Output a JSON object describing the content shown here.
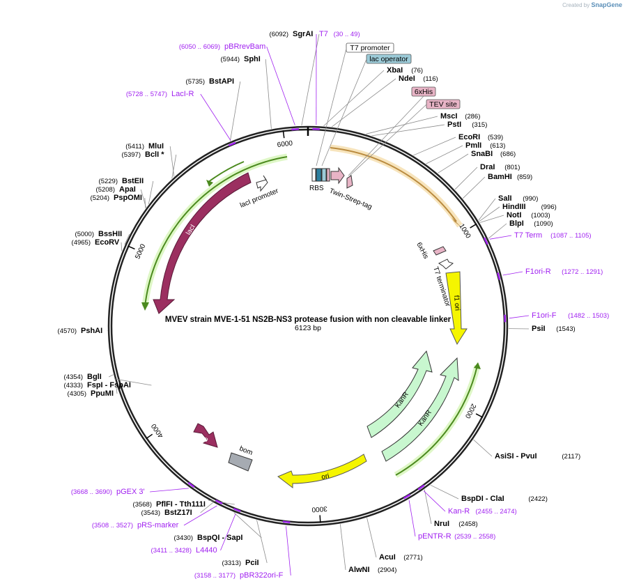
{
  "credit": {
    "prefix": "Created by",
    "brand": "SnapGene"
  },
  "plasmid": {
    "name": "MVEV strain MVE-1-51 NS2B-NS3 protease fusion with non cleavable linker",
    "size_label": "6123 bp",
    "length": 6123,
    "ticks": [
      {
        "bp": 1000,
        "label": "1000"
      },
      {
        "bp": 2000,
        "label": "2000"
      },
      {
        "bp": 3000,
        "label": "3000"
      },
      {
        "bp": 4000,
        "label": "4000"
      },
      {
        "bp": 5000,
        "label": "5000"
      },
      {
        "bp": 6000,
        "label": "6000"
      }
    ]
  },
  "colors": {
    "enzyme": "#000000",
    "primer": "#a020f0",
    "leader": "#8a8a8a",
    "laci": "#9b2f60",
    "kanr": "#c8f7cf",
    "ori": "#f5f500",
    "rop": "#9b2f60",
    "bom": "#a6abb2",
    "f1ori": "#f5f500",
    "mvev": "#f2c684"
  },
  "enzymes": [
    {
      "id": "sgrai",
      "name": "SgrAI",
      "pos": "(6092)",
      "side": "L",
      "bp": 6092
    },
    {
      "id": "sphi",
      "name": "SphI",
      "pos": "(5944)",
      "side": "L",
      "bp": 5944
    },
    {
      "id": "bstapi",
      "name": "BstAPI",
      "pos": "(5735)",
      "side": "L",
      "bp": 5735
    },
    {
      "id": "mlui",
      "name": "MluI",
      "pos": "(5411)",
      "side": "L",
      "bp": 5411
    },
    {
      "id": "bcli",
      "name": "BclI *",
      "pos": "(5397)",
      "side": "L",
      "bp": 5397
    },
    {
      "id": "bsteii",
      "name": "BstEII",
      "pos": "(5229)",
      "side": "L",
      "bp": 5229
    },
    {
      "id": "apai",
      "name": "ApaI",
      "pos": "(5208)",
      "side": "L",
      "bp": 5208
    },
    {
      "id": "pspomi",
      "name": "PspOMI",
      "pos": "(5204)",
      "side": "L",
      "bp": 5204
    },
    {
      "id": "bsshii",
      "name": "BssHII",
      "pos": "(5000)",
      "side": "L",
      "bp": 5000
    },
    {
      "id": "ecorv",
      "name": "EcoRV",
      "pos": "(4965)",
      "side": "L",
      "bp": 4965
    },
    {
      "id": "pshai",
      "name": "PshAI",
      "pos": "(4570)",
      "side": "L",
      "bp": 4570
    },
    {
      "id": "bgli",
      "name": "BglI",
      "pos": "(4354)",
      "side": "L",
      "bp": 4354
    },
    {
      "id": "fspi",
      "name": "FspI  - FspAI",
      "pos": "(4333)",
      "side": "L",
      "bp": 4333
    },
    {
      "id": "ppumi",
      "name": "PpuMI",
      "pos": "(4305)",
      "side": "L",
      "bp": 4305
    },
    {
      "id": "pflfi",
      "name": "PflFI  - Tth111I",
      "pos": "(3568)",
      "side": "L",
      "bp": 3568
    },
    {
      "id": "bstz17i",
      "name": "BstZ17I",
      "pos": "(3543)",
      "side": "L",
      "bp": 3543
    },
    {
      "id": "bspqi",
      "name": "BspQI  - SapI",
      "pos": "(3430)",
      "side": "L",
      "bp": 3430
    },
    {
      "id": "pcii",
      "name": "PciI",
      "pos": "(3313)",
      "side": "L",
      "bp": 3313
    },
    {
      "id": "xbai",
      "name": "XbaI",
      "pos": "(76)",
      "side": "R",
      "bp": 76
    },
    {
      "id": "ndei",
      "name": "NdeI",
      "pos": "(116)",
      "side": "R",
      "bp": 116
    },
    {
      "id": "msci",
      "name": "MscI",
      "pos": "(286)",
      "side": "R",
      "bp": 286
    },
    {
      "id": "psti",
      "name": "PstI",
      "pos": "(315)",
      "side": "R",
      "bp": 315
    },
    {
      "id": "ecori",
      "name": "EcoRI",
      "pos": "(539)",
      "side": "R",
      "bp": 539
    },
    {
      "id": "pmli",
      "name": "PmlI",
      "pos": "(613)",
      "side": "R",
      "bp": 613
    },
    {
      "id": "snabi",
      "name": "SnaBI",
      "pos": "(686)",
      "side": "R",
      "bp": 686
    },
    {
      "id": "drai",
      "name": "DraI",
      "pos": "(801)",
      "side": "R",
      "bp": 801
    },
    {
      "id": "bamhi",
      "name": "BamHI",
      "pos": "(859)",
      "side": "R",
      "bp": 859
    },
    {
      "id": "sali",
      "name": "SalI",
      "pos": "(990)",
      "side": "R",
      "bp": 990
    },
    {
      "id": "hindiii",
      "name": "HindIII",
      "pos": "(996)",
      "side": "R",
      "bp": 996
    },
    {
      "id": "noti",
      "name": "NotI",
      "pos": "(1003)",
      "side": "R",
      "bp": 1003
    },
    {
      "id": "blpi",
      "name": "BlpI",
      "pos": "(1090)",
      "side": "R",
      "bp": 1090
    },
    {
      "id": "psii",
      "name": "PsiI",
      "pos": "(1543)",
      "side": "R",
      "bp": 1543
    },
    {
      "id": "asisi",
      "name": "AsiSI  - PvuI",
      "pos": "(2117)",
      "side": "R",
      "bp": 2117
    },
    {
      "id": "bspdi",
      "name": "BspDI  - ClaI",
      "pos": "(2422)",
      "side": "R",
      "bp": 2422
    },
    {
      "id": "nrui",
      "name": "NruI",
      "pos": "(2458)",
      "side": "R",
      "bp": 2458
    },
    {
      "id": "acui",
      "name": "AcuI",
      "pos": "(2771)",
      "side": "R",
      "bp": 2771
    },
    {
      "id": "alwni",
      "name": "AlwNI",
      "pos": "(2904)",
      "side": "R",
      "bp": 2904
    }
  ],
  "primers": [
    {
      "id": "t7",
      "name": "T7",
      "range": "(30 .. 49)",
      "side": "R",
      "bp": 40
    },
    {
      "id": "pbrrevbam",
      "name": "pBRrevBam",
      "range": "(6050 .. 6069)",
      "side": "L",
      "bp": 6060
    },
    {
      "id": "laci_r",
      "name": "LacI-R",
      "range": "(5728 .. 5747)",
      "side": "L",
      "bp": 5738
    },
    {
      "id": "t7term",
      "name": "T7 Term",
      "range": "(1087 .. 1105)",
      "side": "R",
      "bp": 1096
    },
    {
      "id": "f1ori_r",
      "name": "F1ori-R",
      "range": "(1272 .. 1291)",
      "side": "R",
      "bp": 1282
    },
    {
      "id": "f1ori_f",
      "name": "F1ori-F",
      "range": "(1482 .. 1503)",
      "side": "R",
      "bp": 1493
    },
    {
      "id": "kan_r",
      "name": "Kan-R",
      "range": "(2455 .. 2474)",
      "side": "R",
      "bp": 2465
    },
    {
      "id": "pentr_r",
      "name": "pENTR-R",
      "range": "(2539 .. 2558)",
      "side": "R",
      "bp": 2549
    },
    {
      "id": "pgex3",
      "name": "pGEX 3'",
      "range": "(3668 .. 3690)",
      "side": "L",
      "bp": 3679
    },
    {
      "id": "prs_marker",
      "name": "pRS-marker",
      "range": "(3508 .. 3527)",
      "side": "L",
      "bp": 3518
    },
    {
      "id": "l4440",
      "name": "L4440",
      "range": "(3411 .. 3428)",
      "side": "L",
      "bp": 3420
    },
    {
      "id": "pbr322ori_f",
      "name": "pBR322ori-F",
      "range": "(3158 .. 3177)",
      "side": "L",
      "bp": 3168
    }
  ],
  "boxed_features": [
    {
      "id": "t7promoter",
      "name": "T7 promoter",
      "fill": "#ffffff"
    },
    {
      "id": "lacoperator",
      "name": "lac operator",
      "fill": "#9ccbd8"
    },
    {
      "id": "sixhis",
      "name": "6xHis",
      "fill": "#e8b4c6"
    },
    {
      "id": "tevsite",
      "name": "TEV site",
      "fill": "#e8b4c6"
    }
  ],
  "features": [
    {
      "id": "laci",
      "name": "lacI",
      "color": "#9b2f60"
    },
    {
      "id": "laci_promoter",
      "name": "lacI promoter",
      "color": "#ffffff"
    },
    {
      "id": "rbs",
      "name": "RBS",
      "color": "#ffffff"
    },
    {
      "id": "twin_strep",
      "name": "Twin-Strep-tag",
      "color": "#e8b4c6"
    },
    {
      "id": "his_tag",
      "name": "6xHis",
      "color": "#e8b4c6"
    },
    {
      "id": "t7_terminator",
      "name": "T7 terminator",
      "color": "#ffffff"
    },
    {
      "id": "f1ori",
      "name": "f1 ori",
      "color": "#f5f500"
    },
    {
      "id": "kanr1",
      "name": "KanR",
      "color": "#c8f7cf"
    },
    {
      "id": "kanr2",
      "name": "KanR",
      "color": "#c8f7cf"
    },
    {
      "id": "ori",
      "name": "ori",
      "color": "#f5f500"
    },
    {
      "id": "rop",
      "name": "rop",
      "color": "#9b2f60"
    },
    {
      "id": "bom",
      "name": "bom",
      "color": "#a6abb2"
    }
  ]
}
